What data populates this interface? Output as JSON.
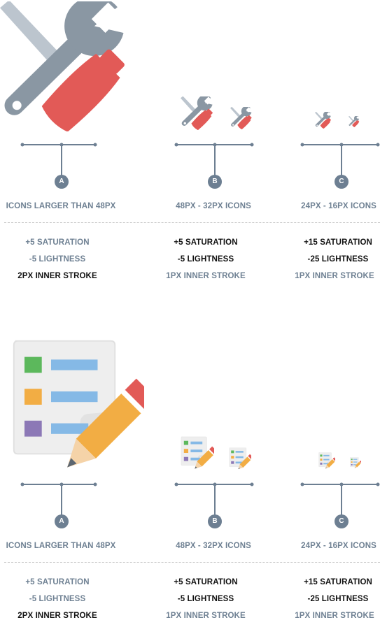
{
  "colors": {
    "tool_gray": "#8a97a3",
    "tool_red": "#e25a57",
    "connector": "#6d7f92",
    "caption": "#6f8193",
    "black_text": "#111111",
    "pencil_orange": "#f2ad44",
    "sheet_gray": "#eeeeee",
    "bullet_green": "#5cb85c",
    "bullet_orange": "#f2ad44",
    "bullet_purple": "#8c78b6",
    "line_blue": "#85b9e6"
  },
  "sections": [
    {
      "icon": "tools-icon",
      "columns": [
        {
          "badge": "A",
          "caption": "ICONS LARGER THAN 48PX",
          "specs": [
            {
              "text": "+5 SATURATION",
              "highlight": false
            },
            {
              "text": "-5 LIGHTNESS",
              "highlight": false
            },
            {
              "text": "2PX INNER STROKE",
              "highlight": true
            }
          ]
        },
        {
          "badge": "B",
          "caption": "48PX - 32PX ICONS",
          "specs": [
            {
              "text": "+5 SATURATION",
              "highlight": true
            },
            {
              "text": "-5 LIGHTNESS",
              "highlight": true
            },
            {
              "text": "1PX INNER STROKE",
              "highlight": false
            }
          ]
        },
        {
          "badge": "C",
          "caption": "24PX - 16PX ICONS",
          "specs": [
            {
              "text": "+15 SATURATION",
              "highlight": true
            },
            {
              "text": "-25 LIGHTNESS",
              "highlight": true
            },
            {
              "text": "1PX INNER STROKE",
              "highlight": false
            }
          ]
        }
      ]
    },
    {
      "icon": "checklist-edit-icon",
      "columns": [
        {
          "badge": "A",
          "caption": "ICONS LARGER THAN 48PX",
          "specs": [
            {
              "text": "+5 SATURATION",
              "highlight": false
            },
            {
              "text": "-5 LIGHTNESS",
              "highlight": false
            },
            {
              "text": "2PX INNER STROKE",
              "highlight": true
            }
          ]
        },
        {
          "badge": "B",
          "caption": "48PX - 32PX ICONS",
          "specs": [
            {
              "text": "+5 SATURATION",
              "highlight": true
            },
            {
              "text": "-5 LIGHTNESS",
              "highlight": true
            },
            {
              "text": "1PX INNER STROKE",
              "highlight": false
            }
          ]
        },
        {
          "badge": "C",
          "caption": "24PX - 16PX ICONS",
          "specs": [
            {
              "text": "+15 SATURATION",
              "highlight": true
            },
            {
              "text": "-25 LIGHTNESS",
              "highlight": true
            },
            {
              "text": "1PX INNER STROKE",
              "highlight": false
            }
          ]
        }
      ]
    }
  ]
}
